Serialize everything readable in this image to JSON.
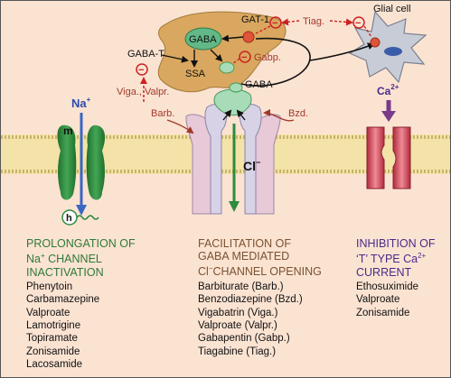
{
  "labels": {
    "glial_cell": "Glial cell",
    "gat1": "GAT-1",
    "gaba_top": "GABA",
    "gaba_mid": "GABA",
    "gaba_t": "GABA-T",
    "ssa": "SSA",
    "gabp": "Gabp.",
    "tiag": "Tiag.",
    "viga_valpr": "Viga., Valpr.",
    "barb": "Barb.",
    "bzd": "Bzd.",
    "na": "Na",
    "na_sup": "+",
    "m": "m",
    "h": "h",
    "cl": "Cl",
    "cl_sup": "−",
    "ca": "Ca",
    "ca_sup": "2+",
    "minus": "−"
  },
  "columns": [
    {
      "heading": [
        "PROLONGATION OF",
        "Na",
        "+",
        " CHANNEL",
        "INACTIVATION"
      ],
      "items": [
        "Phenytoin",
        "Carbamazepine",
        "Valproate",
        "Lamotrigine",
        "Topiramate",
        "Zonisamide",
        "Lacosamide"
      ]
    },
    {
      "heading": [
        "FACILITATION OF",
        "GABA MEDIATED",
        "Cl",
        "−",
        "CHANNEL OPENING"
      ],
      "items": [
        "Barbiturate (Barb.)",
        "Benzodiazepine (Bzd.)",
        "Vigabatrin (Viga.)",
        "Valproate (Valpr.)",
        "Gabapentin (Gabp.)",
        "Tiagabine (Tiag.)"
      ]
    },
    {
      "heading": [
        "INHIBITION OF",
        "‘T’ TYPE Ca",
        "2+",
        "CURRENT"
      ],
      "items": [
        "Ethosuximide",
        "Valproate",
        "Zonisamide"
      ]
    }
  ],
  "colors": {
    "background": "#fbe3d2",
    "membrane": "#f3e3a8",
    "channel_green": "#2e8b3e",
    "gaba_receptor": "#d8d2e6",
    "ca_channel": "#d9475a",
    "inhibitor_red": "#cc2222",
    "arrow_blue": "#3a66c4",
    "arrow_purple": "#7a3a8a"
  }
}
